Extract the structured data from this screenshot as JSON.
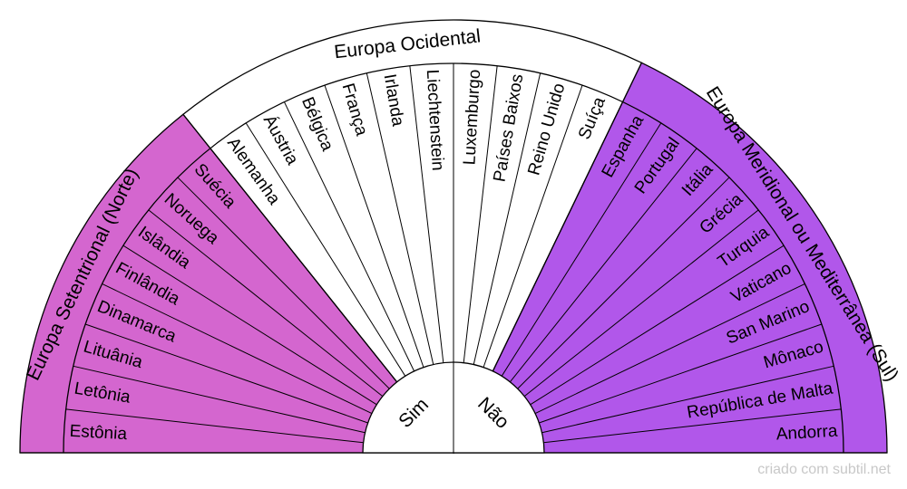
{
  "center_labels": [
    "Sim",
    "Não"
  ],
  "sections": [
    {
      "title": "Europa Setentrional (Norte)",
      "color": "#d466cf",
      "items": [
        "Estônia",
        "Letônia",
        "Lituânia",
        "Dinamarca",
        "Finlândia",
        "Islândia",
        "Noruega",
        "Suécia"
      ]
    },
    {
      "title": "Europa Ocidental",
      "color": "#ffffff",
      "items": [
        "Alemanha",
        "Áustria",
        "Bélgica",
        "França",
        "Irlanda",
        "Liechtenstein",
        "Luxemburgo",
        "Países Baixos",
        "Reino Unido",
        "Suíça"
      ]
    },
    {
      "title": "Europa Meridional ou Mediterrânea (Sul)",
      "color": "#b157ea",
      "items": [
        "Espanha",
        "Portugal",
        "Itália",
        "Grécia",
        "Turquia",
        "Vaticano",
        "San Marino",
        "Mônaco",
        "República de Malta",
        "Andorra"
      ]
    }
  ],
  "footer": "criado com subtil.net"
}
